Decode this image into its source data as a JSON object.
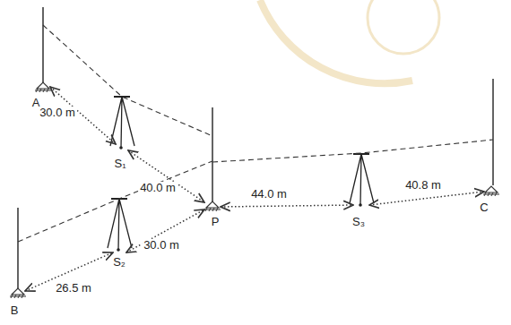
{
  "diagram": {
    "labels": [
      "A",
      "30.0 m",
      "S₁",
      "40.0 m",
      "44.0 m",
      "40.8 m",
      "C",
      "P",
      "S₂",
      "30.0 m",
      "S₃",
      "B",
      "26.5 m"
    ]
  }
}
